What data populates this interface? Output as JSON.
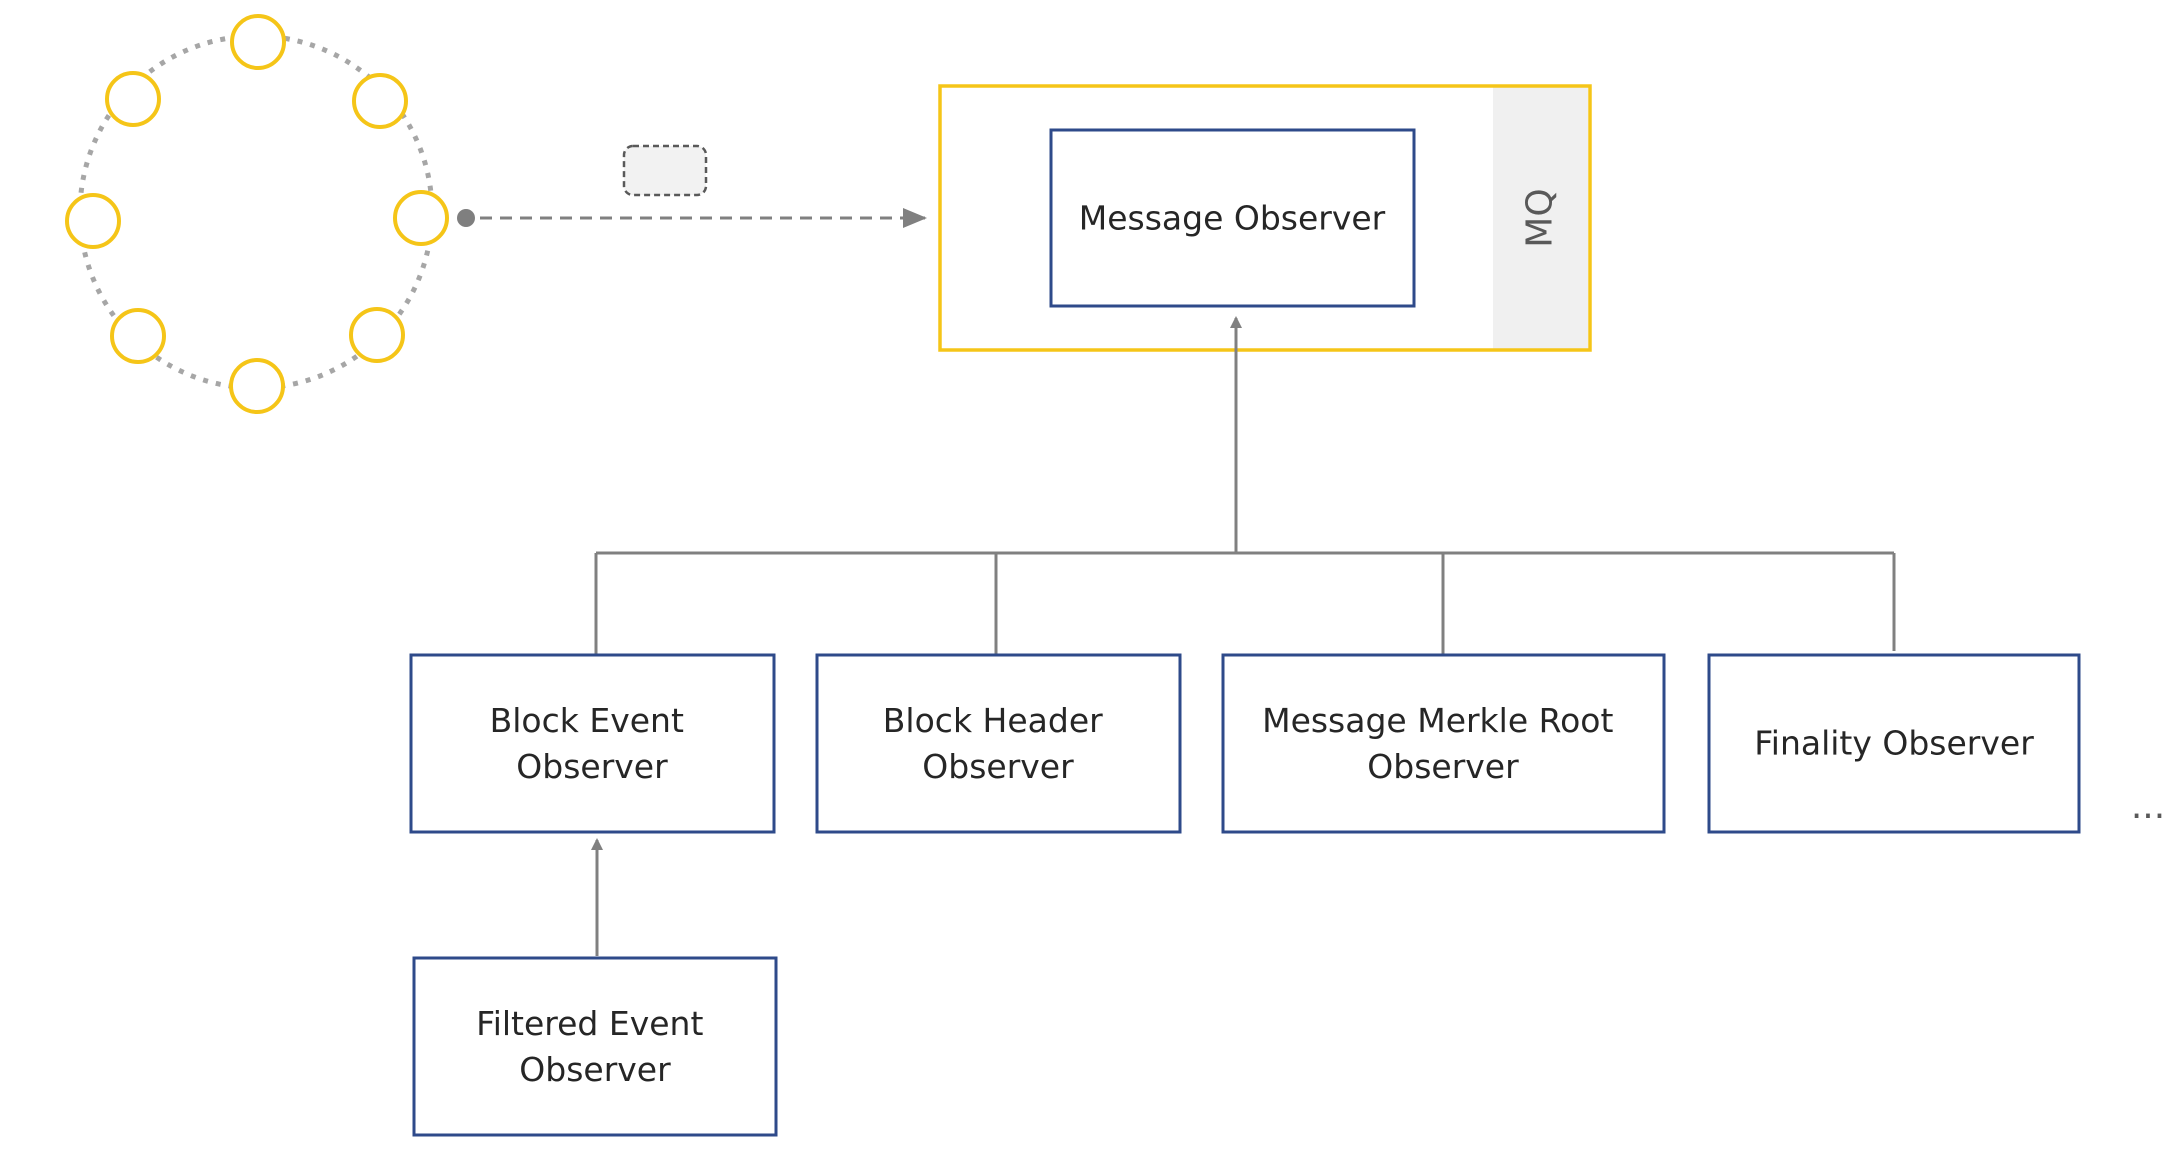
{
  "diagram": {
    "message_observer": "Message Observer",
    "mq_label": "MQ",
    "observers": {
      "block_event": [
        "Block Event",
        "Observer"
      ],
      "block_header": [
        "Block Header",
        "Observer"
      ],
      "merkle_root": [
        "Message Merkle Root",
        "Observer"
      ],
      "finality": [
        "Finality Observer"
      ],
      "filtered_event": [
        "Filtered Event",
        "Observer"
      ]
    },
    "more": "..."
  },
  "colors": {
    "node_ring": "#f5c518",
    "box_border": "#2e4a8a",
    "container_border": "#f5c518",
    "mq_panel": "#f0f0f0",
    "connector": "#808080",
    "text": "#262626"
  }
}
